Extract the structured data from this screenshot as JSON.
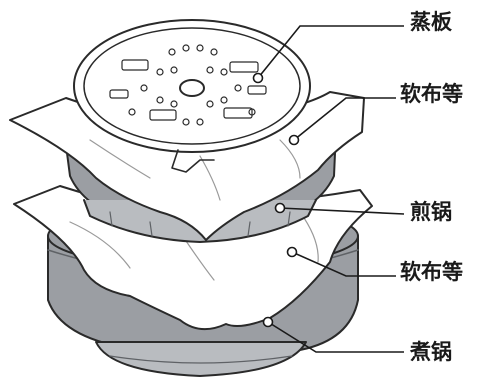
{
  "labels": {
    "steamer_plate": "蒸板",
    "soft_cloth_top": "软布等",
    "frying_pot": "煎锅",
    "soft_cloth_bottom": "软布等",
    "boiling_pot": "煮锅"
  },
  "colors": {
    "outline": "#2a2a2a",
    "pot_fill": "#9b9ea3",
    "pot_band": "#b9bcc0",
    "cloth_fill": "#ffffff",
    "plate_fill": "#ffffff",
    "text": "#1a1a1a"
  }
}
